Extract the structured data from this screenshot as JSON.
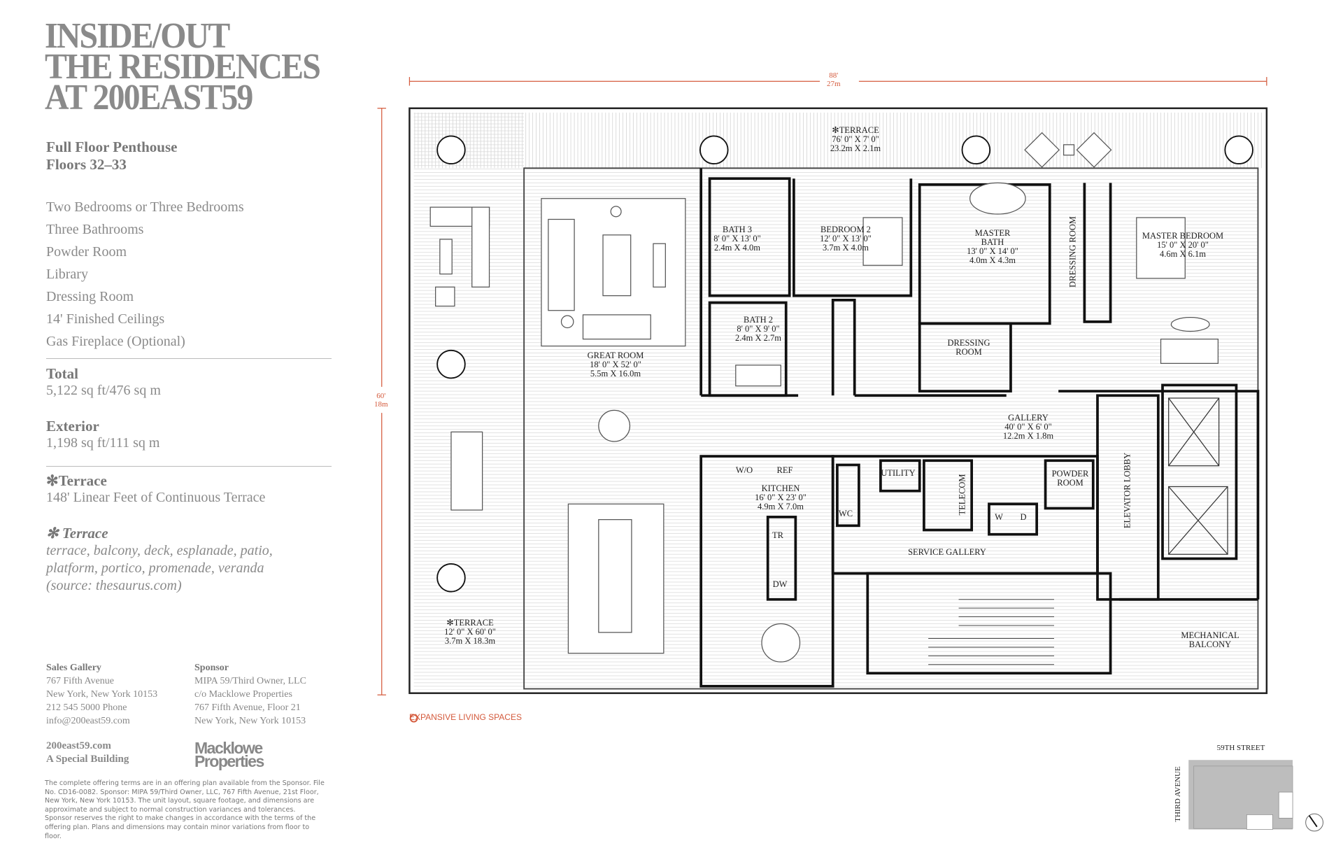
{
  "title_lines": [
    "INSIDE/OUT",
    "THE RESIDENCES",
    "AT 200EAST59"
  ],
  "unit": {
    "name": "Full Floor Penthouse",
    "floors": "Floors 32–33"
  },
  "features": [
    "Two Bedrooms or Three Bedrooms",
    "Three Bathrooms",
    "Powder Room",
    "Library",
    "Dressing Room",
    "14' Finished Ceilings",
    "Gas Fireplace (Optional)"
  ],
  "total": {
    "label": "Total",
    "value": "5,122 sq ft/476 sq m"
  },
  "exterior": {
    "label": "Exterior",
    "value": "1,198 sq ft/111 sq m"
  },
  "terrace_note": {
    "label": "✻Terrace",
    "value": "148' Linear Feet of Continuous Terrace"
  },
  "terrace_def": {
    "label": "✻ Terrace",
    "lines": [
      "terrace, balcony, deck, esplanade, patio,",
      "platform, portico, promenade, veranda",
      "(source: thesaurus.com)"
    ]
  },
  "sales_gallery": {
    "label": "Sales Gallery",
    "lines": [
      "767 Fifth Avenue",
      "New York, New York 10153",
      "212 545 5000 Phone",
      "info@200east59.com"
    ]
  },
  "sponsor": {
    "label": "Sponsor",
    "lines": [
      "MIPA 59/Third Owner, LLC",
      "c/o Macklowe Properties",
      "767 Fifth Avenue, Floor 21",
      "New York, New York 10153"
    ]
  },
  "website": {
    "url": "200east59.com",
    "tagline": "A Special Building"
  },
  "logo": [
    "Macklowe",
    "Properties"
  ],
  "fine_print": "The complete offering terms are in an offering plan available from the Sponsor. File No. CD16-0082. Sponsor: MIPA 59/Third Owner, LLC, 767 Fifth Avenue, 21st Floor, New York, New York 10153. The unit layout, square footage, and dimensions are approximate and subject to normal construction variances and tolerances. Sponsor reserves the right to make changes in accordance with the terms of the offering plan. Plans and dimensions may contain minor variations from floor to floor.",
  "dimensions": {
    "width_ft": "88'",
    "width_m": "27m",
    "depth_ft": "60'",
    "depth_m": "18m"
  },
  "legend": "EXPANSIVE LIVING SPACES",
  "rooms": {
    "terrace_top": "✻TERRACE\n76' 0\" X 7' 0\"\n23.2m X 2.1m",
    "bath3": "BATH 3\n8' 0\" X 13' 0\"\n2.4m X 4.0m",
    "bedroom2": "BEDROOM 2\n12' 0\" X 13' 0\"\n3.7m X 4.0m",
    "master_bath": "MASTER\nBATH\n13' 0\" X 14' 0\"\n4.0m X 4.3m",
    "dressing_room_v": "DRESSING ROOM",
    "master_bedroom": "MASTER BEDROOM\n15' 0\" X 20' 0\"\n4.6m X 6.1m",
    "bath2": "BATH 2\n8' 0\" X 9' 0\"\n2.4m X 2.7m",
    "great_room": "GREAT ROOM\n18' 0\" X 52' 0\"\n5.5m X 16.0m",
    "dressing_room": "DRESSING\nROOM",
    "gallery": "GALLERY\n40' 0\" X 6' 0\"\n12.2m X 1.8m",
    "wo": "W/O",
    "ref": "REF",
    "kitchen": "KITCHEN\n16' 0\" X 23' 0\"\n4.9m X 7.0m",
    "tr": "TR",
    "dw": "DW",
    "wc": "WC",
    "utility": "UTILITY",
    "telecom": "TELECOM",
    "w": "W",
    "d": "D",
    "powder_room": "POWDER\nROOM",
    "elevator_lobby": "ELEVATOR LOBBY",
    "service_gallery": "SERVICE GALLERY",
    "mechanical_balcony": "MECHANICAL\nBALCONY",
    "terrace_left": "✻TERRACE\n12' 0\" X 60' 0\"\n3.7m X 18.3m"
  },
  "key_plan": {
    "street": "59TH STREET",
    "avenue": "THIRD AVENUE"
  },
  "colors": {
    "accent": "#d45a3c",
    "wall": "#1a1a1a",
    "text_gray": "#8a8a8a"
  }
}
